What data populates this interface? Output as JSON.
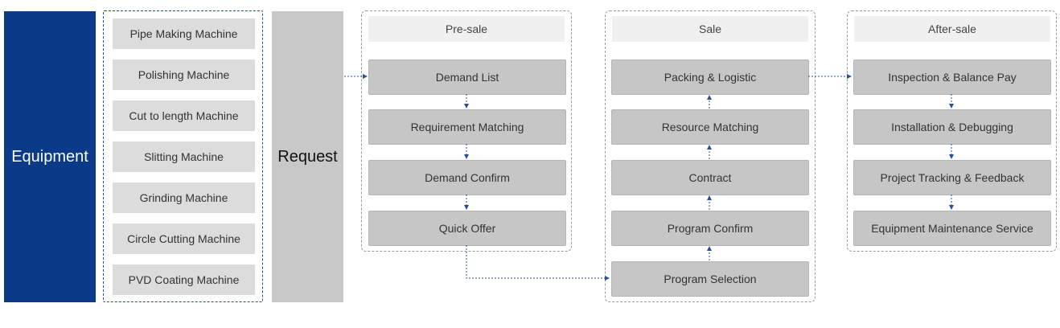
{
  "equipment": {
    "label": "Equipment"
  },
  "machines": [
    "Pipe Making Machine",
    "Polishing Machine",
    "Cut to length Machine",
    "Slitting Machine",
    "Grinding Machine",
    "Circle Cutting Machine",
    "PVD Coating Machine"
  ],
  "request": {
    "label": "Request"
  },
  "presale": {
    "title": "Pre-sale",
    "steps": [
      "Demand List",
      "Requirement Matching",
      "Demand Confirm",
      "Quick Offer"
    ]
  },
  "sale": {
    "title": "Sale",
    "steps": [
      "Packing & Logistic",
      "Resource Matching",
      "Contract",
      "Program Confirm",
      "Program Selection"
    ]
  },
  "aftersale": {
    "title": "After-sale",
    "steps": [
      "Inspection & Balance Pay",
      "Installation & Debugging",
      "Project Tracking & Feedback",
      "Equipment Maintenance Service"
    ]
  },
  "colors": {
    "equipment": "#0a3a88",
    "connector": "#2a4f9a"
  }
}
